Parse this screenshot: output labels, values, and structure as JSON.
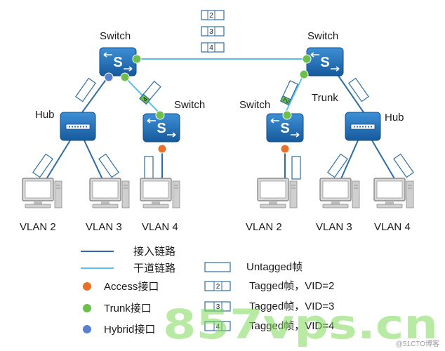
{
  "devices": {
    "switch_top_left": "Switch",
    "switch_top_right": "Switch",
    "switch_mid_left": "Switch",
    "switch_mid_right": "Switch",
    "hub_left": "Hub",
    "hub_right": "Hub",
    "trunk_label": "Trunk",
    "switch_glyph": "S"
  },
  "pcs": [
    "VLAN 2",
    "VLAN 3",
    "VLAN 4",
    "VLAN 2",
    "VLAN 3",
    "VLAN 4"
  ],
  "frames": {
    "top": [
      "2",
      "3",
      "4"
    ],
    "left_link": "4",
    "right_link": "2"
  },
  "legend": {
    "access_link": "接入链路",
    "trunk_link": "干道链路",
    "access_port": "Access接口",
    "trunk_port": "Trunk接口",
    "hybrid_port": "Hybrid接口",
    "untagged": "Untagged帧",
    "tagged": [
      {
        "num": "2",
        "label": "Tagged帧，VID=2"
      },
      {
        "num": "3",
        "label": "Tagged帧，VID=3"
      },
      {
        "num": "4",
        "label": "Tagged帧，VID=4"
      }
    ]
  },
  "watermark": "857vps.cn",
  "credit": "@51CTO博客",
  "colors": {
    "access_link": "#2e6da4",
    "trunk_link": "#5bc0e8",
    "access_port": "#e8702a",
    "trunk_port": "#6cbf4a",
    "hybrid_port": "#5b7fcf",
    "device": "#1f6fb5",
    "watermark": "#7ed957"
  }
}
